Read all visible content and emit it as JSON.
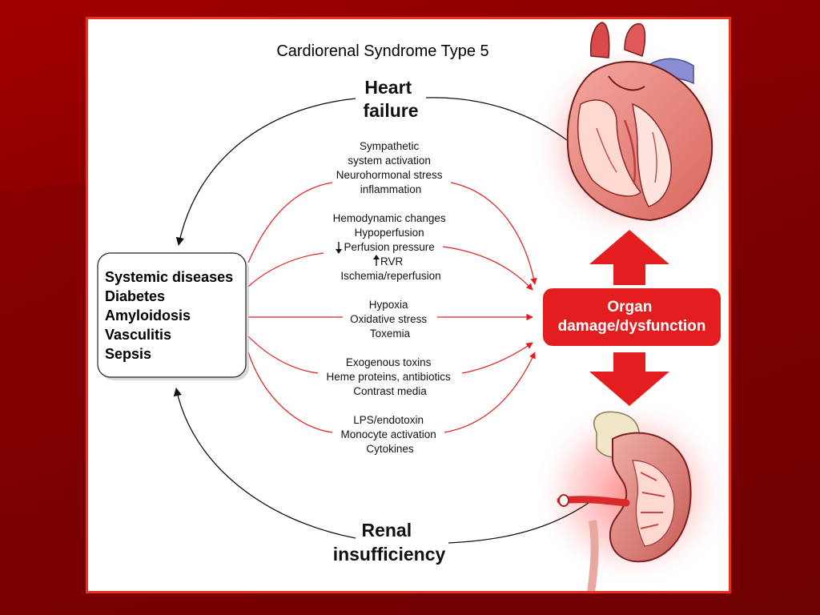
{
  "title": "Cardiorenal Syndrome Type 5",
  "heart_failure": [
    "Heart",
    "failure"
  ],
  "renal_insufficiency": [
    "Renal",
    "insufficiency"
  ],
  "systemic_box": [
    "Systemic diseases",
    "Diabetes",
    "Amyloidosis",
    "Vasculitis",
    "Sepsis"
  ],
  "organ_box": [
    "Organ",
    "damage/dysfunction"
  ],
  "mechanisms": {
    "group1": [
      "Sympathetic",
      "system activation",
      "Neurohormonal stress",
      "inflammation"
    ],
    "group2": [
      "Hemodynamic changes",
      "Hypoperfusion",
      "Perfusion pressure",
      "RVR",
      "Ischemia/reperfusion"
    ],
    "group3": [
      "Hypoxia",
      "Oxidative stress",
      "Toxemia"
    ],
    "group4": [
      "Exogenous toxins",
      "Heme proteins, antibiotics",
      "Contrast media"
    ],
    "group5": [
      "LPS/endotoxin",
      "Monocyte activation",
      "Cytokines"
    ]
  },
  "colors": {
    "accent_red": "#e41e1e",
    "frame_red": "#e8331c",
    "background": "#8a0000",
    "black_arrow": "#111111"
  },
  "icons": [
    "heart-illustration",
    "kidney-illustration",
    "double-arrow-icon"
  ]
}
